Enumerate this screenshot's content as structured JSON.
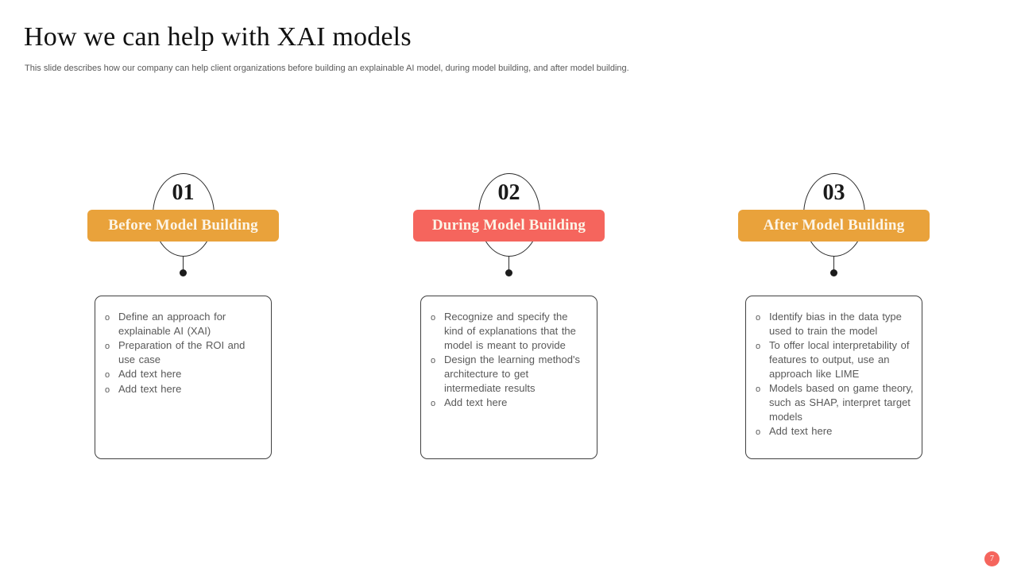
{
  "slide": {
    "title": "How we can help with XAI models",
    "subtitle": "This slide describes how our company can help client organizations before building an explainable AI model, during model building, and after model building.",
    "page_number": "7"
  },
  "colors": {
    "orange": "#E9A23B",
    "coral": "#F5655D",
    "banner_text": "#FCF5E8",
    "body_text": "#595959",
    "line": "#2d2d2d"
  },
  "bullet_marker_glyph": "o",
  "columns": [
    {
      "number": "01",
      "banner": "Before Model Building",
      "banner_color": "#E9A23B",
      "bullets": [
        "Define an approach for explainable AI (XAI)",
        "Preparation of the ROI and use case",
        "Add text here",
        "Add text here"
      ]
    },
    {
      "number": "02",
      "banner": "During Model Building",
      "banner_color": "#F5655D",
      "bullets": [
        "Recognize and specify the kind of explanations that the model is meant to provide",
        "Design the learning method's architecture to get intermediate results",
        "Add text here"
      ]
    },
    {
      "number": "03",
      "banner": "After Model Building",
      "banner_color": "#E9A23B",
      "bullets": [
        "Identify bias in the data type used to train the model",
        "To offer local interpretability of features to output, use an approach like LIME",
        "Models based on game theory, such as SHAP, interpret target models",
        "Add text here"
      ]
    }
  ]
}
